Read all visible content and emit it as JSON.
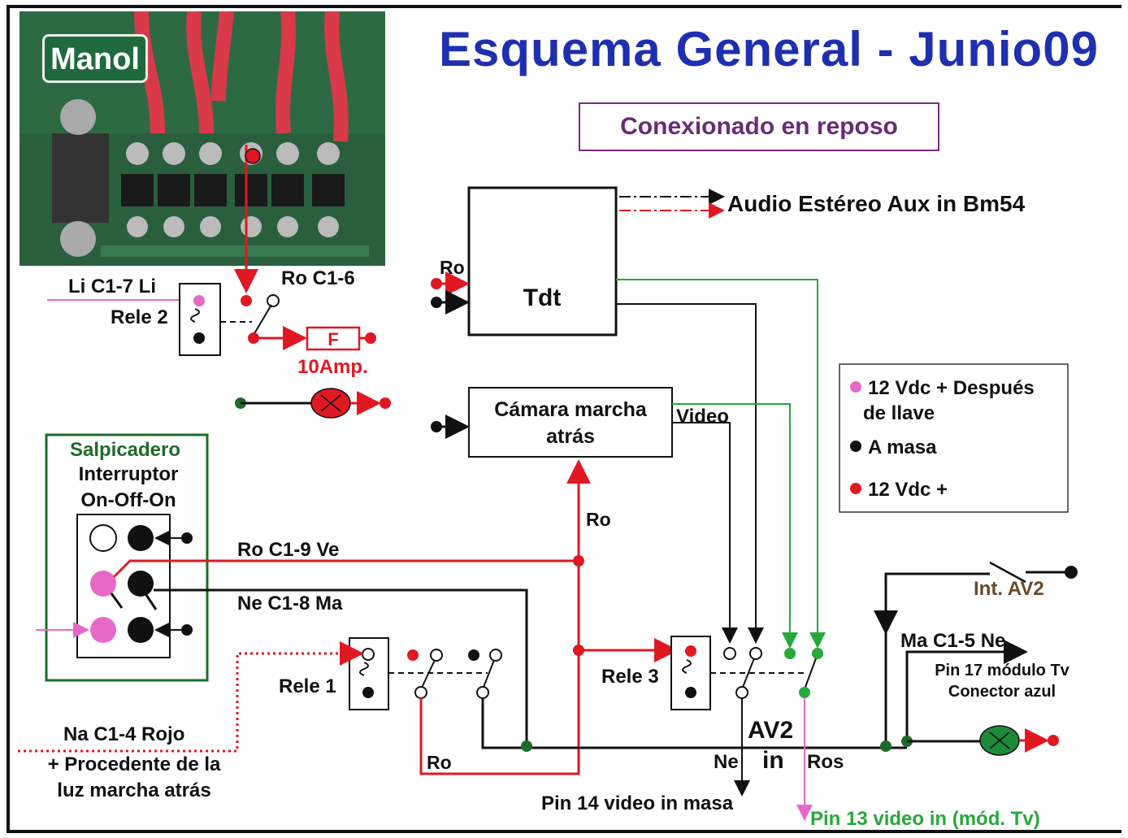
{
  "title": "Esquema General - Junio09",
  "subtitle": "Conexionado en reposo",
  "photo": {
    "brand": "Manol"
  },
  "legend": [
    {
      "color": "#e868c8",
      "text": "12 Vdc + Después\nde llave"
    },
    {
      "color": "#111111",
      "text": "A masa"
    },
    {
      "color": "#e01822",
      "text": "12 Vdc +"
    }
  ],
  "colors": {
    "red": "#e01822",
    "green": "#27a83a",
    "pink": "#e868c8",
    "black": "#111111",
    "title_blue": "#1f2fb0"
  },
  "blocks": {
    "tdt": "Tdt",
    "camera": "Cámara marcha\natrás",
    "fuse": "F",
    "salpicadero": "Salpicadero",
    "interruptor": "Interruptor\nOn-Off-On"
  },
  "labels": {
    "audio": "Audio Estéreo Aux in Bm54",
    "ro_tdt": "Ro",
    "li_c17": "Li C1-7 Li",
    "rele2": "Rele 2",
    "ro_c16": "Ro C1-6",
    "amp": "10Amp.",
    "video": "Video",
    "ro_cam": "Ro",
    "ro_c19": "Ro C1-9 Ve",
    "ne_c18": "Ne C1-8 Ma",
    "rele1": "Rele 1",
    "rele3": "Rele 3",
    "na_c14": "Na C1-4 Rojo",
    "procedente": "+ Procedente de la\nluz marcha atrás",
    "ro_bottom": "Ro",
    "av2": "AV2",
    "in": "in",
    "ne": "Ne",
    "ros": "Ros",
    "pin14": "Pin 14 video in masa",
    "pin13": "Pin 13 video in (mód. Tv)",
    "int_av2": "Int. AV2",
    "ma_c15": "Ma C1-5 Ne",
    "pin17": "Pin 17 módulo Tv\nConector azul"
  }
}
